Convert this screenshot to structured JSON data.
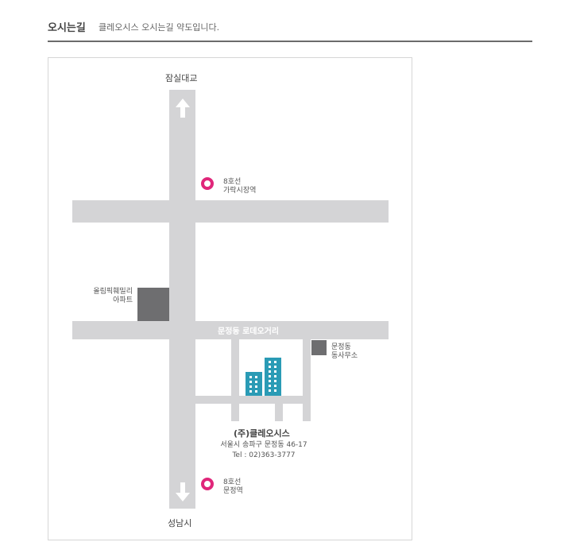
{
  "header": {
    "title": "오시는길",
    "description": "클레오시스 오시는길 약도입니다."
  },
  "map": {
    "north_label": "잠실대교",
    "south_label": "성남시",
    "station_top": {
      "line": "8호선",
      "name": "가락시장역"
    },
    "station_bottom": {
      "line": "8호선",
      "name": "문정역"
    },
    "apartment": {
      "line1": "올림픽훼밀리",
      "line2": "아파트"
    },
    "office": {
      "line1": "문정동",
      "line2": "동사무소"
    },
    "road_name": "문정동 로데오거리",
    "company": {
      "name": "(주)클레오시스",
      "address": "서울시 송파구 문정동 46-17",
      "tel": "Tel : 02)363-3777"
    }
  },
  "colors": {
    "road": "#d4d4d6",
    "block": "#6e6e70",
    "station_ring": "#e0267a",
    "building": "#2a9bb5",
    "divider": "#6b6b6b"
  }
}
